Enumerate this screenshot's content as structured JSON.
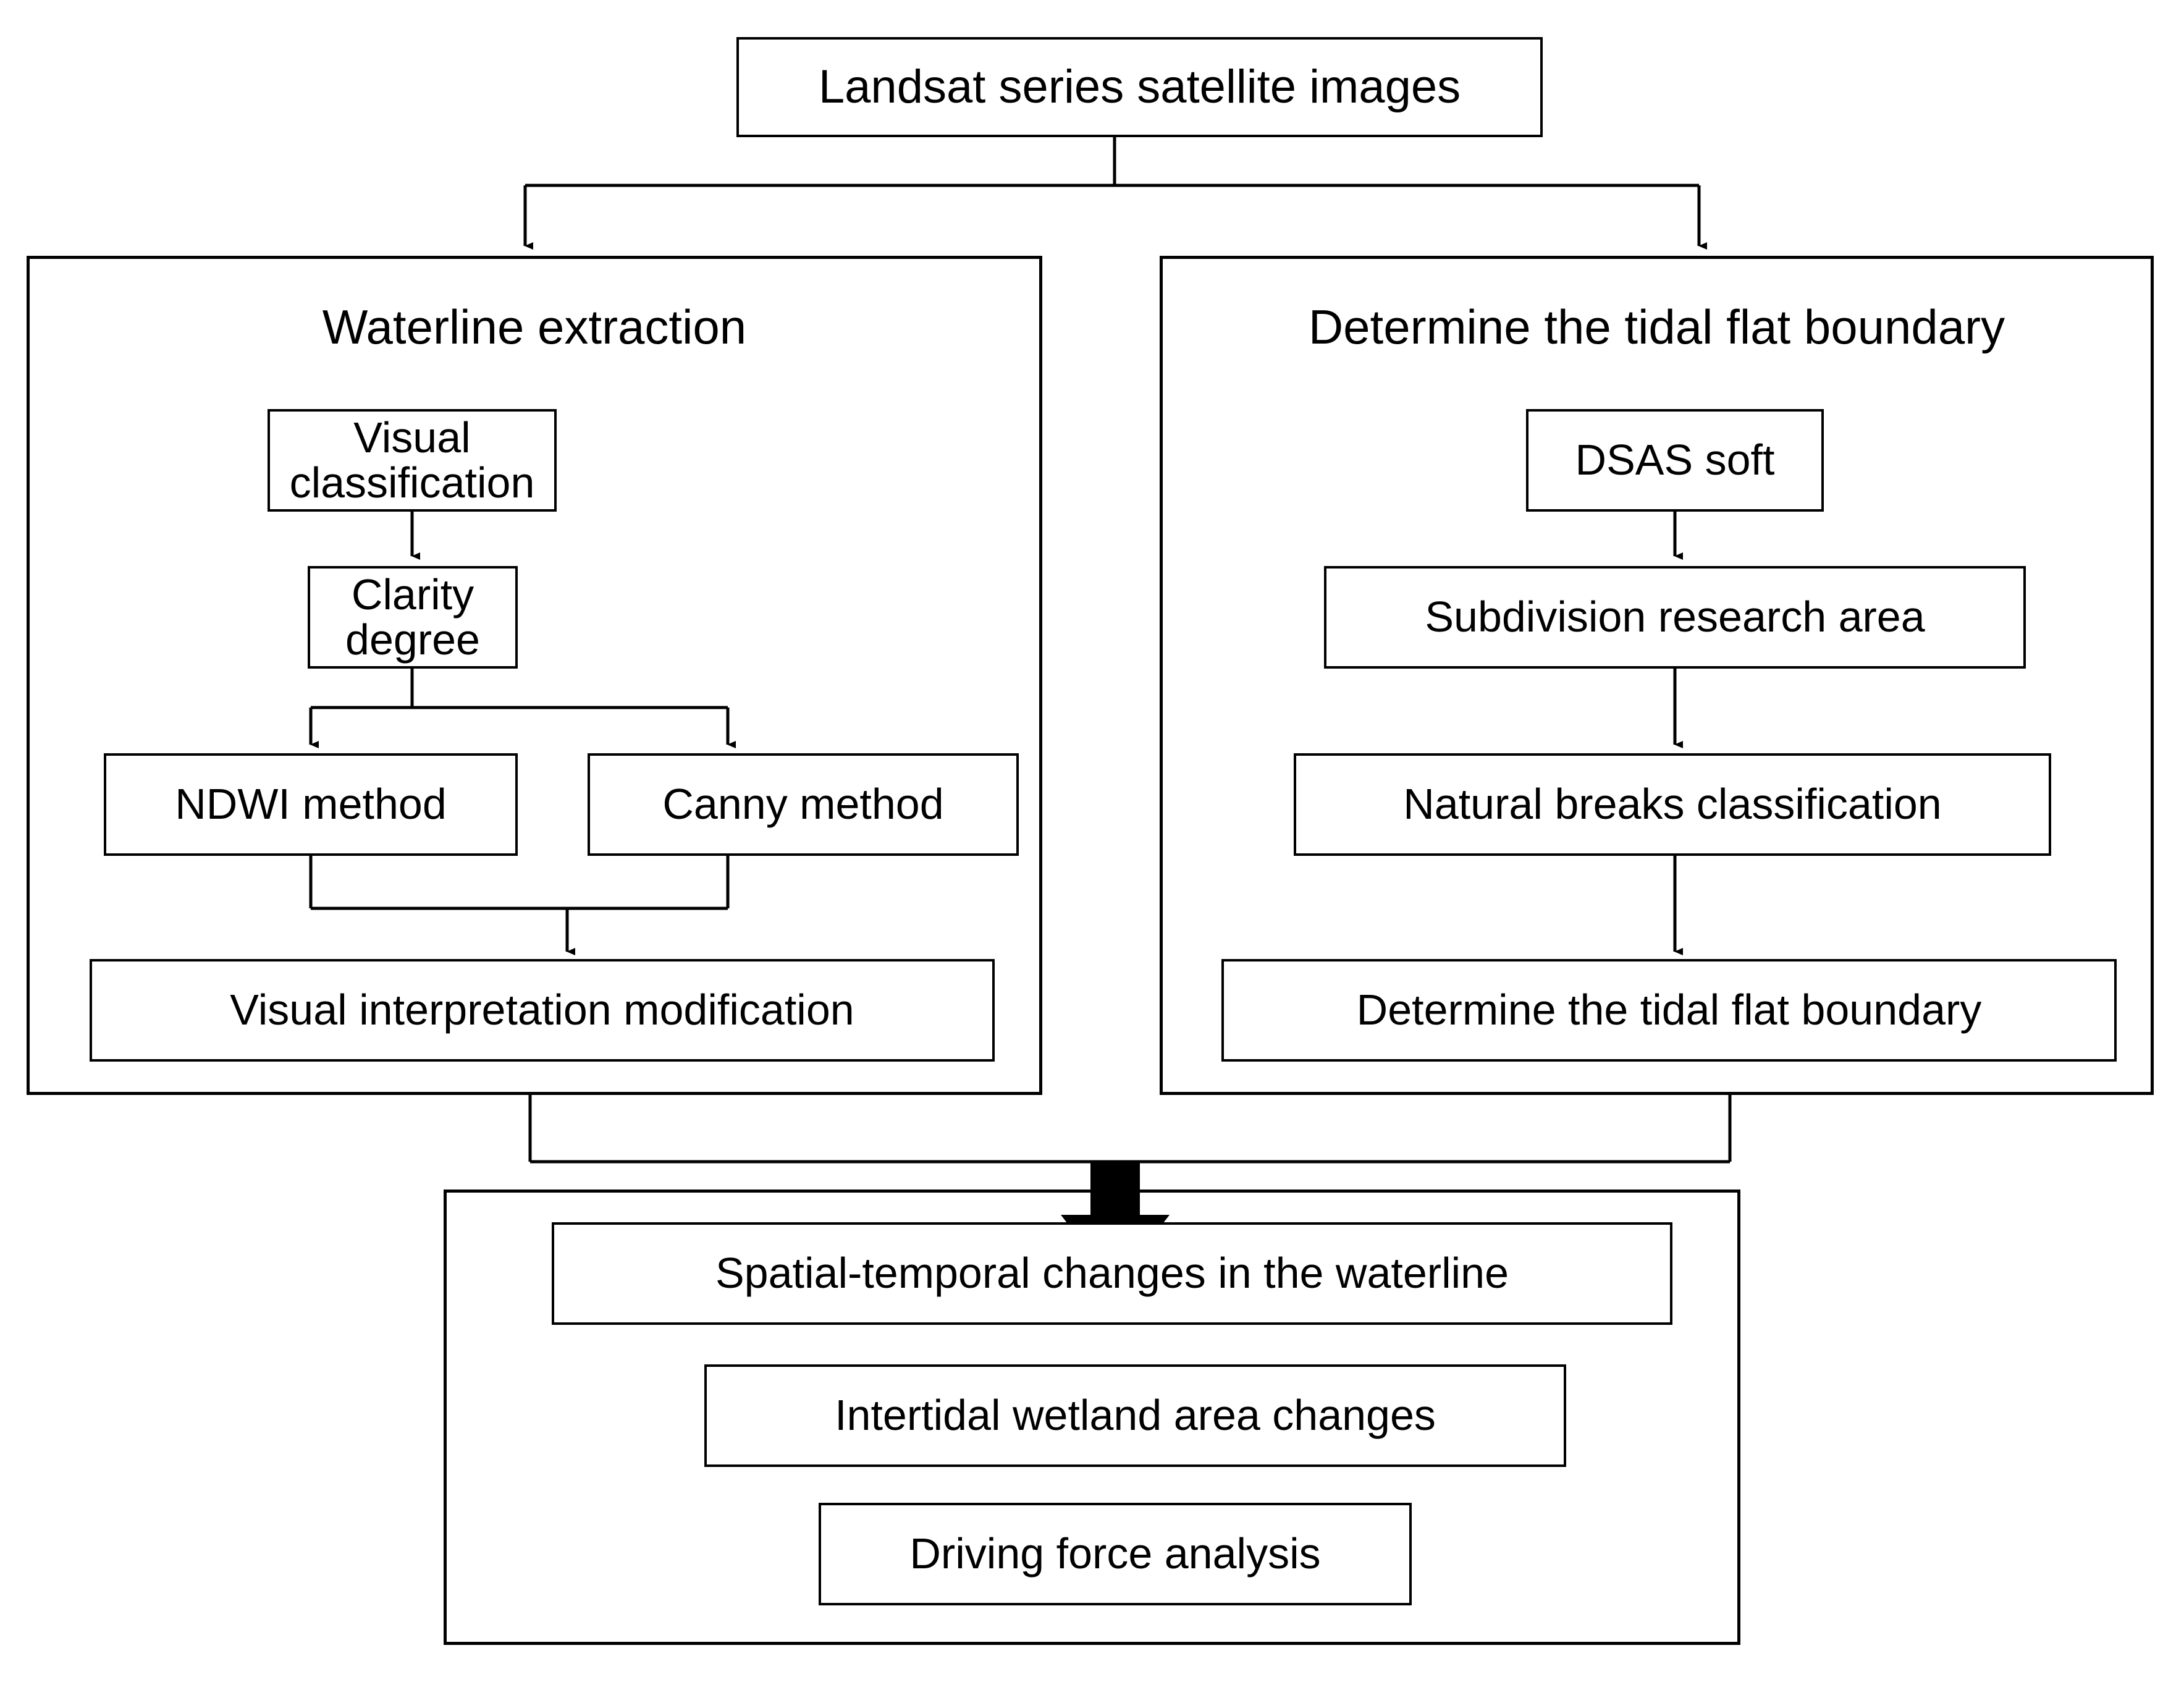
{
  "diagram": {
    "title_box": {
      "label": "Landsat series satellite images"
    },
    "left_panel": {
      "heading": "Waterline extraction",
      "nodes": [
        {
          "id": "visual-classification",
          "label": "Visual classification"
        },
        {
          "id": "clarity-degree",
          "label": "Clarity degree"
        },
        {
          "id": "ndwi-method",
          "label": "NDWI method"
        },
        {
          "id": "canny-method",
          "label": "Canny method"
        },
        {
          "id": "visual-interpretation-modification",
          "label": "Visual interpretation modification"
        }
      ]
    },
    "right_panel": {
      "heading": "Determine the tidal flat boundary",
      "nodes": [
        {
          "id": "dsas-soft",
          "label": "DSAS soft"
        },
        {
          "id": "subdivision-research-area",
          "label": "Subdivision research area"
        },
        {
          "id": "natural-breaks-classification",
          "label": "Natural breaks classification"
        },
        {
          "id": "determine-tidal-flat-boundary",
          "label": "Determine the tidal flat boundary"
        }
      ]
    },
    "bottom_panel": {
      "nodes": [
        {
          "id": "spatial-temporal-changes",
          "label": "Spatial-temporal changes in the waterline"
        },
        {
          "id": "intertidal-wetland-area-changes",
          "label": "Intertidal wetland area changes"
        },
        {
          "id": "driving-force-analysis",
          "label": "Driving force analysis"
        }
      ]
    },
    "colors": {
      "line": "#000000",
      "fill": "#ffffff",
      "text": "#000000"
    }
  }
}
